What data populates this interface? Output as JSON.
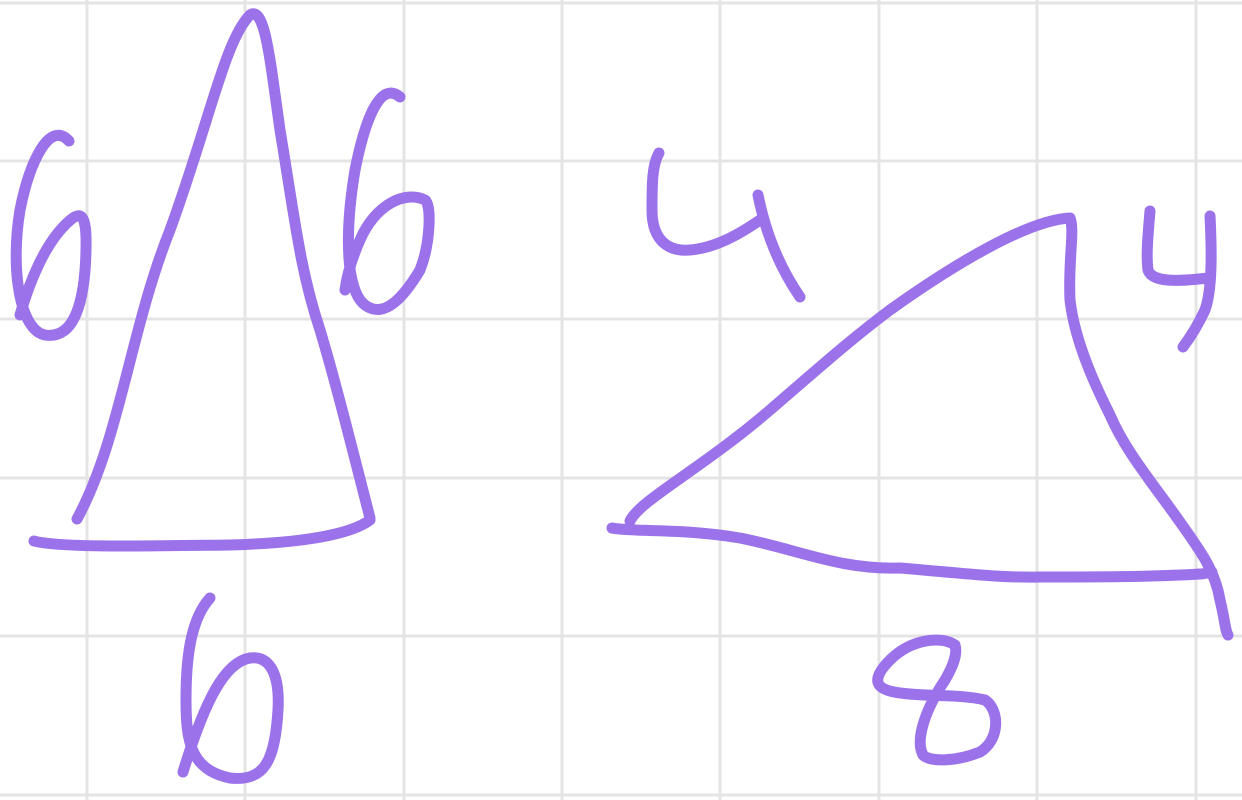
{
  "diagram": {
    "ink_color": "#9b72ea",
    "grid_color": "#e4e4e4",
    "background": "#ffffff",
    "triangles": [
      {
        "name": "left-triangle",
        "side_labels": [
          "6",
          "6",
          "6"
        ]
      },
      {
        "name": "right-triangle",
        "side_labels": [
          "4",
          "4",
          "8"
        ]
      }
    ]
  }
}
